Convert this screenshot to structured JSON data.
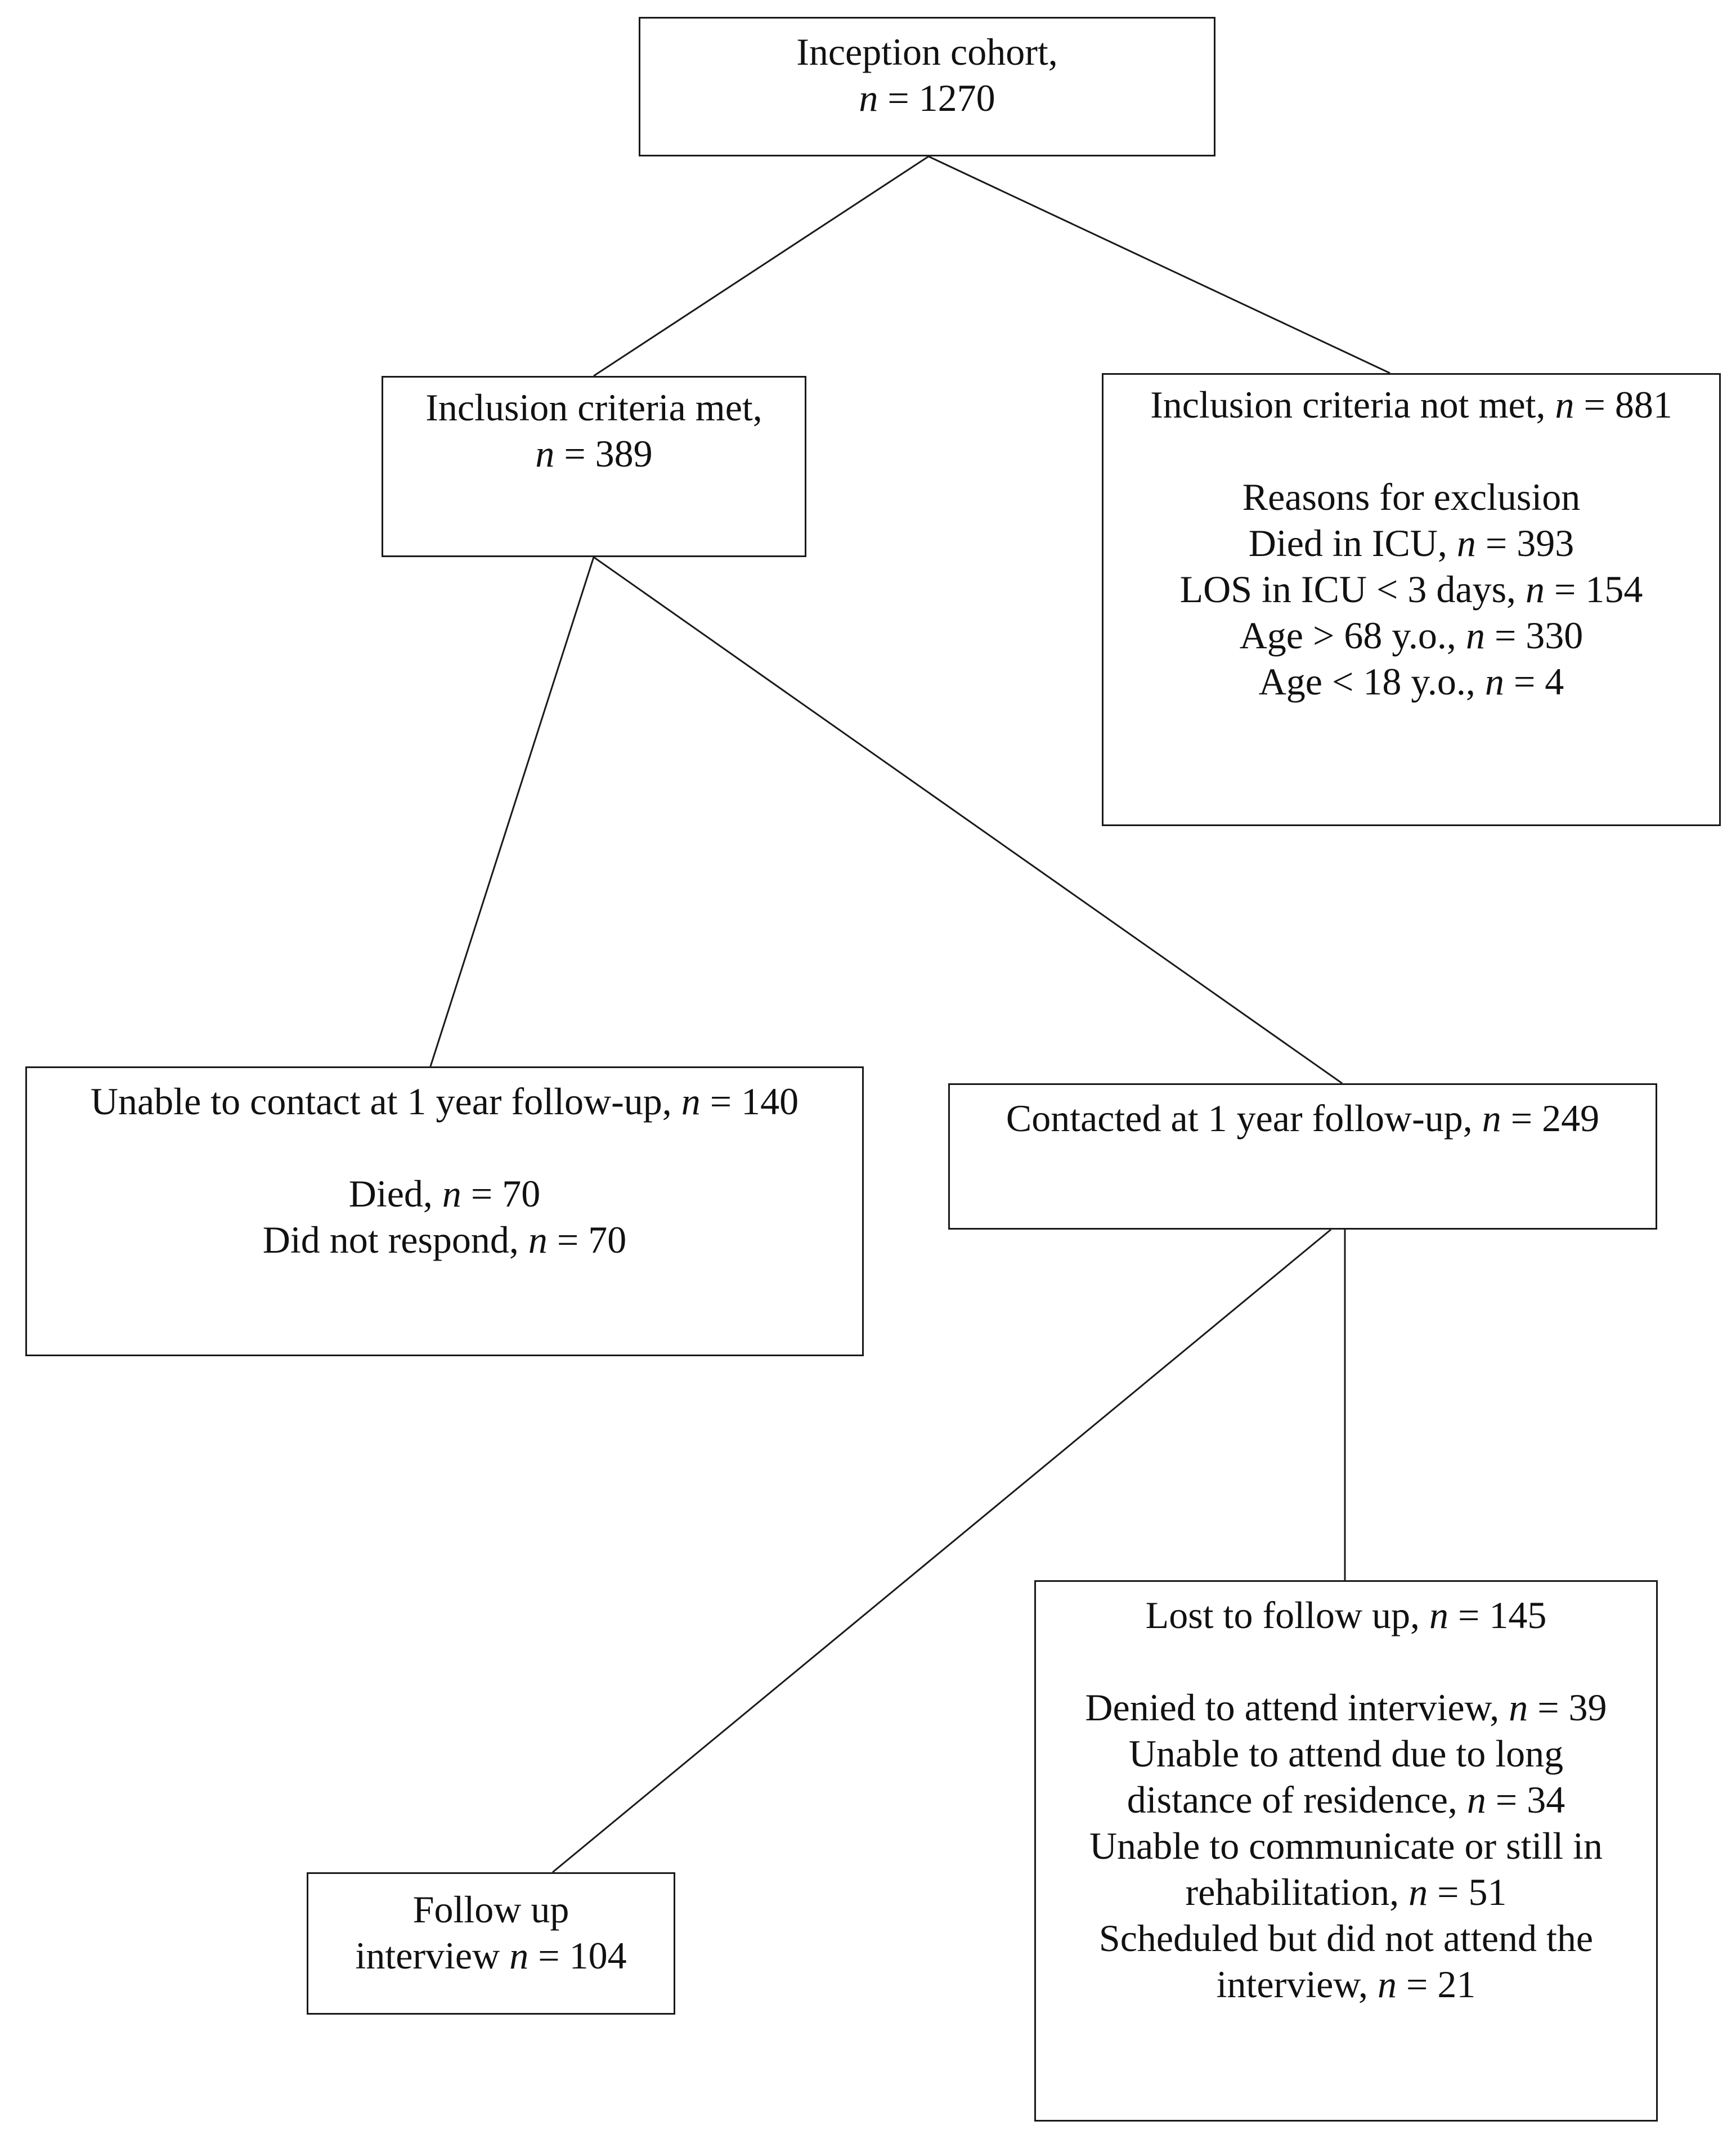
{
  "nodes": {
    "inception": {
      "lines": [
        {
          "pre": "Inception cohort,",
          "n": "",
          "post": ""
        },
        {
          "pre": "",
          "n": "n",
          "post": " = 1270"
        }
      ]
    },
    "inclusion_met": {
      "lines": [
        {
          "pre": "Inclusion criteria met,",
          "n": "",
          "post": ""
        },
        {
          "pre": "",
          "n": "n",
          "post": " = 389"
        }
      ]
    },
    "inclusion_not_met": {
      "heading": {
        "pre": "Inclusion criteria not met, ",
        "n": "n",
        "post": " = 881"
      },
      "lines": [
        {
          "pre": "Reasons for exclusion",
          "n": "",
          "post": ""
        },
        {
          "pre": "Died in ICU, ",
          "n": "n",
          "post": " = 393"
        },
        {
          "pre": "LOS in ICU < 3 days, ",
          "n": "n",
          "post": " = 154"
        },
        {
          "pre": "Age > 68 y.o., ",
          "n": "n",
          "post": " = 330"
        },
        {
          "pre": "Age < 18 y.o., ",
          "n": "n",
          "post": " = 4"
        }
      ]
    },
    "unable_contact": {
      "heading": {
        "pre": "Unable to contact at 1 year follow-up, ",
        "n": "n",
        "post": " = 140"
      },
      "lines": [
        {
          "pre": "Died, ",
          "n": "n",
          "post": " = 70"
        },
        {
          "pre": "Did not respond, ",
          "n": "n",
          "post": " = 70"
        }
      ]
    },
    "contacted": {
      "lines": [
        {
          "pre": "Contacted at 1 year follow-up, ",
          "n": "n",
          "post": " = 249"
        }
      ]
    },
    "follow_up": {
      "lines": [
        {
          "pre": "Follow up",
          "n": "",
          "post": ""
        },
        {
          "pre": "interview ",
          "n": "n",
          "post": " = 104"
        }
      ]
    },
    "lost": {
      "heading": {
        "pre": "Lost to follow up, ",
        "n": "n",
        "post": " = 145"
      },
      "lines": [
        {
          "pre": "Denied to attend interview, ",
          "n": "n",
          "post": " = 39"
        },
        {
          "pre": "Unable to attend due to long",
          "n": "",
          "post": ""
        },
        {
          "pre": "distance of residence, ",
          "n": "n",
          "post": " = 34"
        },
        {
          "pre": "Unable to communicate or still in",
          "n": "",
          "post": ""
        },
        {
          "pre": "rehabilitation, ",
          "n": "n",
          "post": " = 51"
        },
        {
          "pre": "Scheduled but did not attend the",
          "n": "",
          "post": ""
        },
        {
          "pre": "interview, ",
          "n": "n",
          "post": " = 21"
        }
      ]
    }
  }
}
